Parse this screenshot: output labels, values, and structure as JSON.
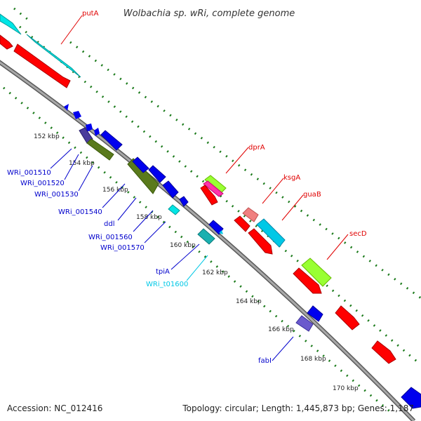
{
  "title": "Wolbachia sp. wRi, complete genome",
  "footer": {
    "accession": "Accession: NC_012416",
    "summary": "Topology: circular; Length: 1,445,873 bp; Genes: 1,187"
  },
  "colors": {
    "backbone": "#8c8c8c",
    "tick_dots": "#1a7a1a",
    "forward_track": "#ff0000",
    "label_red": "#e00000",
    "label_blue": "#0000cc",
    "label_cyan": "#00c8e6"
  },
  "ticks": [
    "152 kbp",
    "154 kbp",
    "156 kbp",
    "158 kbp",
    "160 kbp",
    "162 kbp",
    "164 kbp",
    "166 kbp",
    "168 kbp",
    "170 kbp"
  ],
  "gene_labels": {
    "putA": "putA",
    "dprA": "dprA",
    "ksgA": "ksgA",
    "guaB": "guaB",
    "secD": "secD",
    "wri1510": "WRi_001510",
    "wri1520": "WRi_001520",
    "wri1530": "WRi_001530",
    "wri1540": "WRi_001540",
    "ddl": "ddl",
    "wri1560": "WRi_001560",
    "wri1570": "WRi_001570",
    "tpiA": "tpiA",
    "t01600": "WRi_t01600",
    "fabI": "fabI"
  }
}
